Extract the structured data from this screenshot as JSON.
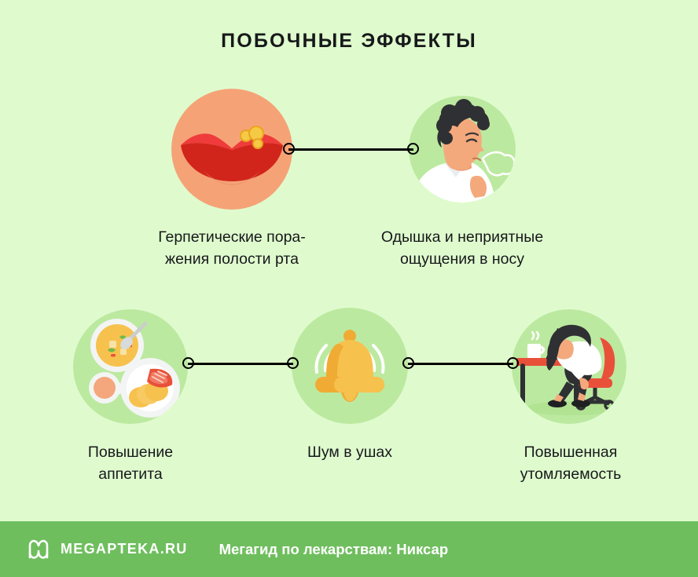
{
  "page": {
    "title": "ПОБОЧНЫЕ ЭФФЕКТЫ",
    "background_color": "#dffbce"
  },
  "colors": {
    "background": "#dffbce",
    "icon_circle_green": "#bce9a0",
    "icon_circle_peach": "#f5a376",
    "footer_green": "#6fbe5e",
    "connector": "#000000",
    "text": "#17181a",
    "footer_text": "#ffffff"
  },
  "effects": [
    {
      "id": "herpes",
      "icon": "lips-with-cold-sores-icon",
      "circle_color": "#f5a376",
      "label": "Герпетические пора-\nжения полости рта"
    },
    {
      "id": "dyspnea",
      "icon": "person-exhaling-icon",
      "circle_color": "#bce9a0",
      "label": "Одышка и неприятные\nощущения в носу"
    },
    {
      "id": "appetite",
      "icon": "meal-plates-icon",
      "circle_color": "#bce9a0",
      "label": "Повышение\nаппетита"
    },
    {
      "id": "tinnitus",
      "icon": "ringing-bell-icon",
      "circle_color": "#bce9a0",
      "label": "Шум в ушах"
    },
    {
      "id": "fatigue",
      "icon": "tired-person-at-desk-icon",
      "circle_color": "#bce9a0",
      "label": "Повышенная\nутомляемость"
    }
  ],
  "connectors": [
    {
      "id": "herpes-to-dyspnea"
    },
    {
      "id": "appetite-to-tinnitus"
    },
    {
      "id": "tinnitus-to-fatigue"
    }
  ],
  "footer": {
    "logo_icon": "megapteka-m-logo-icon",
    "brand": "MEGAPTEKA.RU",
    "tagline": "Мегагид по лекарствам: Никсар"
  }
}
